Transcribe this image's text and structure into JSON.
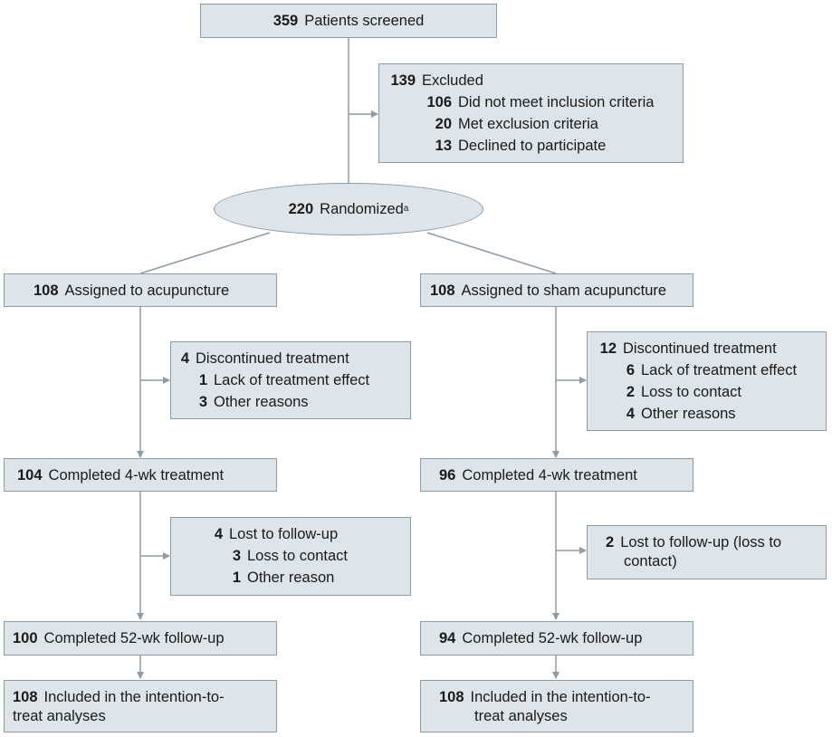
{
  "screened": {
    "n": "359",
    "label": "Patients screened"
  },
  "excluded": {
    "n": "139",
    "label": "Excluded",
    "items": [
      {
        "n": "106",
        "label": "Did not meet inclusion criteria"
      },
      {
        "n": "20",
        "label": "Met exclusion criteria"
      },
      {
        "n": "13",
        "label": "Declined to participate"
      }
    ]
  },
  "randomized": {
    "n": "220",
    "label": "Randomized",
    "footnote": "a"
  },
  "left": {
    "assigned": {
      "n": "108",
      "label": "Assigned to acupuncture"
    },
    "discontinued": {
      "n": "4",
      "label": "Discontinued treatment",
      "items": [
        {
          "n": "1",
          "label": "Lack of treatment effect"
        },
        {
          "n": "3",
          "label": "Other reasons"
        }
      ]
    },
    "completed4": {
      "n": "104",
      "label": "Completed 4-wk treatment"
    },
    "lost": {
      "n": "4",
      "label": "Lost to follow-up",
      "items": [
        {
          "n": "3",
          "label": "Loss to contact"
        },
        {
          "n": "1",
          "label": "Other reason"
        }
      ]
    },
    "completed52": {
      "n": "100",
      "label": "Completed 52-wk follow-up"
    },
    "itt": {
      "n": "108",
      "line1": "Included in the intention-to-",
      "line2": "treat analyses"
    }
  },
  "right": {
    "assigned": {
      "n": "108",
      "label": "Assigned to sham acupuncture"
    },
    "discontinued": {
      "n": "12",
      "label": "Discontinued treatment",
      "items": [
        {
          "n": "6",
          "label": "Lack of treatment effect"
        },
        {
          "n": "2",
          "label": "Loss to contact"
        },
        {
          "n": "4",
          "label": "Other reasons"
        }
      ]
    },
    "completed4": {
      "n": "96",
      "label": "Completed 4-wk treatment"
    },
    "lost": {
      "n": "2",
      "line1": "Lost to follow-up (loss to",
      "line2": "contact)"
    },
    "completed52": {
      "n": "94",
      "label": "Completed 52-wk follow-up"
    },
    "itt": {
      "n": "108",
      "line1": "Included in the intention-to-",
      "line2": "treat analyses"
    }
  }
}
